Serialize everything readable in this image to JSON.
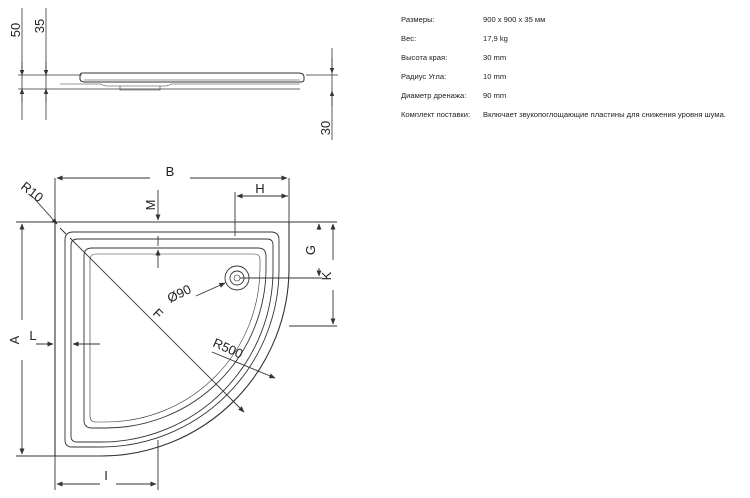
{
  "drawing": {
    "side_view": {
      "dim_50": "50",
      "dim_35": "35",
      "dim_30": "30"
    },
    "top_view": {
      "label_r10": "R10",
      "label_b": "B",
      "label_m": "M",
      "label_h": "H",
      "label_g": "G",
      "label_k": "K",
      "label_a": "A",
      "label_l": "L",
      "label_drain": "Ø90",
      "label_f": "F",
      "label_r500": "R500",
      "label_i": "I"
    },
    "line_color": "#333333"
  },
  "specs": [
    {
      "key": "Размеры:",
      "value": "900 x 900 x 35 мм"
    },
    {
      "key": "Вес:",
      "value": "17,9 kg"
    },
    {
      "key": "Высота края:",
      "value": "30 mm"
    },
    {
      "key": "Радиус Угла:",
      "value": "10 mm"
    },
    {
      "key": "Диаметр дренажа:",
      "value": "90 mm"
    },
    {
      "key": "Комплект поставки:",
      "value": "Включает звукопоглощающие пластины для снижения уровня шума."
    }
  ]
}
